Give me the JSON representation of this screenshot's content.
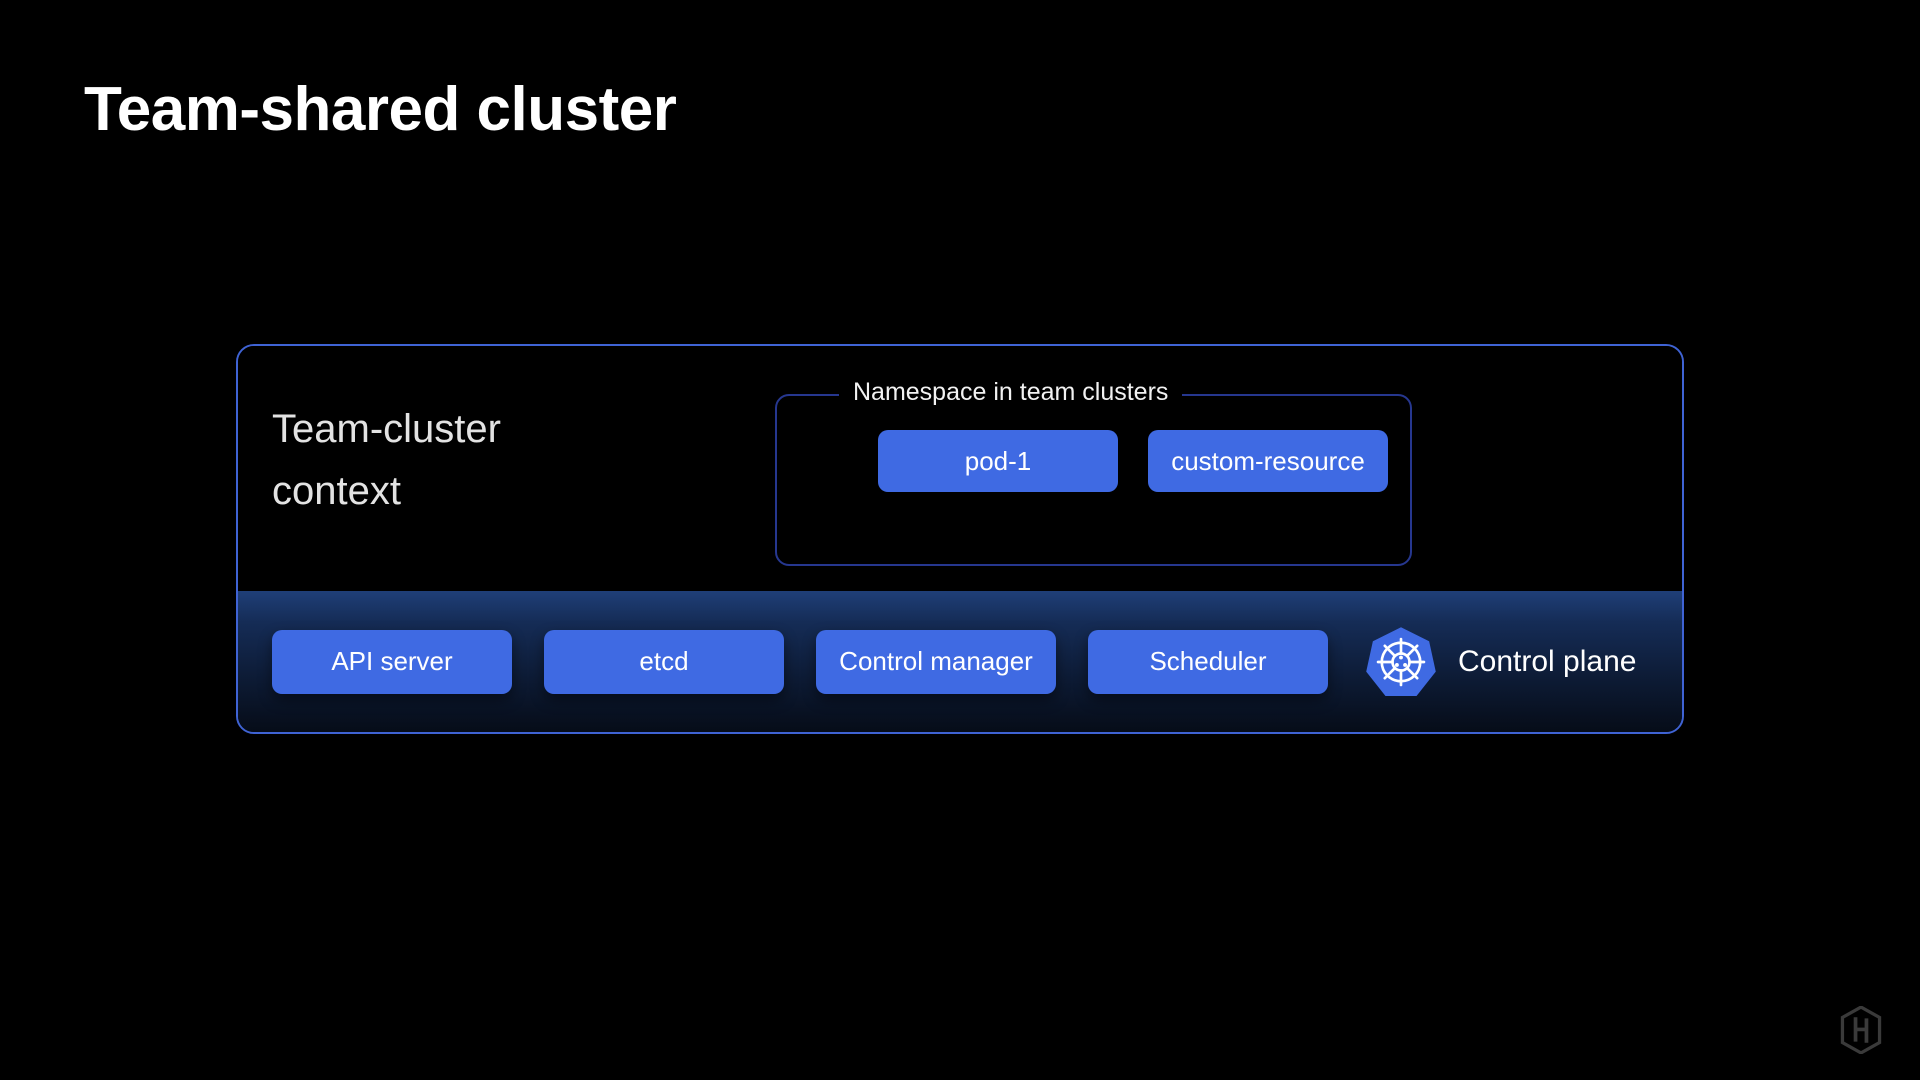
{
  "slide": {
    "title": "Team-shared cluster",
    "background_color": "#000000"
  },
  "cluster": {
    "context_label": "Team-cluster context",
    "border_color": "#3f63d4",
    "namespace": {
      "legend": "Namespace in team clusters",
      "border_color": "#26378f",
      "resources": [
        {
          "label": "pod-1",
          "color": "#3f6ae3"
        },
        {
          "label": "custom-resource",
          "color": "#3f6ae3"
        }
      ]
    },
    "control_plane": {
      "legend": "Control plane",
      "logo_icon": "kubernetes-icon",
      "accent_color": "#3f6ae3",
      "components": [
        {
          "label": "API server"
        },
        {
          "label": "etcd"
        },
        {
          "label": "Control manager"
        },
        {
          "label": "Scheduler"
        }
      ]
    }
  },
  "watermark": {
    "icon": "hashicorp-logo-icon",
    "color": "#3a3a3a"
  }
}
